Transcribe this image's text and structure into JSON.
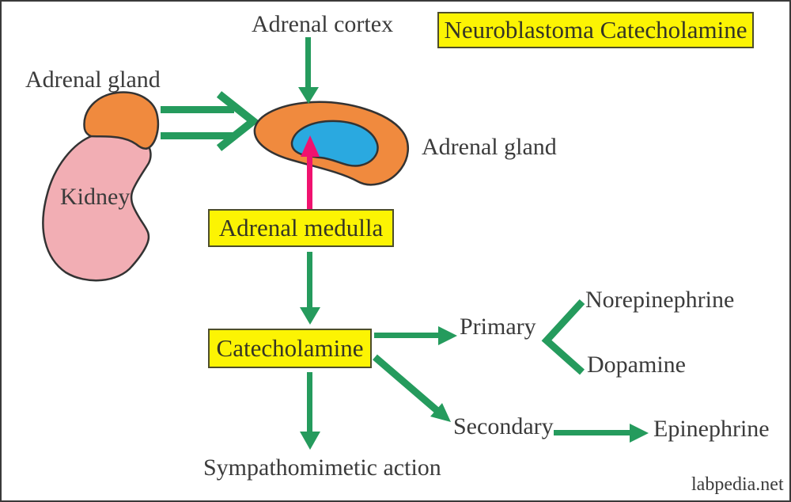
{
  "colors": {
    "green": "#259B5D",
    "magenta": "#F0126F",
    "orange": "#F08A3E",
    "pink": "#F2AEB4",
    "blue": "#2AA9E0",
    "yellow": "#FCF403",
    "outline": "#333333",
    "text": "#3B3B3B"
  },
  "header": {
    "title": "Neuroblastoma Catecholamine"
  },
  "anatomy": {
    "adrenal_cortex_label": "Adrenal cortex",
    "adrenal_gland_label_left": "Adrenal gland",
    "adrenal_gland_label_right": "Adrenal gland",
    "kidney_label": "Kidney"
  },
  "flow": {
    "adrenal_medulla": "Adrenal medulla",
    "catecholamine": "Catecholamine",
    "primary": "Primary",
    "norepinephrine": "Norepinephrine",
    "dopamine": "Dopamine",
    "secondary": "Secondary",
    "epinephrine": "Epinephrine",
    "sympathomimetic_action": "Sympathomimetic action"
  },
  "footer": {
    "watermark": "labpedia.net"
  }
}
